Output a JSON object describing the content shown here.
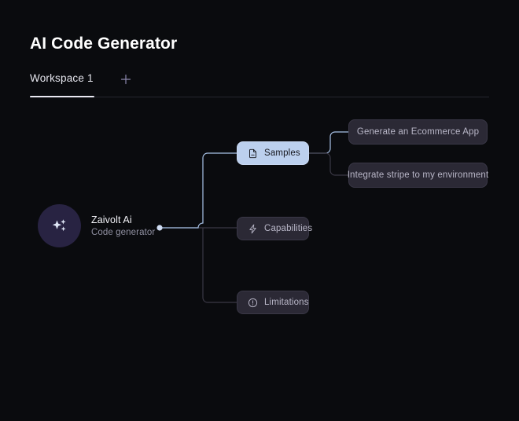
{
  "app": {
    "background": "#0a0b0e",
    "title": "AI Code Generator"
  },
  "tabs": {
    "items": [
      {
        "label": "Workspace 1",
        "active": true
      }
    ],
    "add_label": "+",
    "add_icon": "plus-icon"
  },
  "graph": {
    "root": {
      "icon": "sparkles-icon",
      "title": "Zaivolt Ai",
      "subtitle": "Code generator",
      "accent": "#282342"
    },
    "branches": [
      {
        "id": "samples",
        "label": "Samples",
        "icon": "file-minus-icon",
        "state": "active",
        "accent": "#bcd0ee",
        "children": [
          {
            "id": "sample-1",
            "label": "Generate an Ecommerce App",
            "state": "default"
          },
          {
            "id": "sample-2",
            "label": "Integrate stripe to my environment",
            "state": "default"
          }
        ]
      },
      {
        "id": "capabilities",
        "label": "Capabilities",
        "icon": "lightning-icon",
        "state": "default",
        "accent": "#2b2935",
        "children": []
      },
      {
        "id": "limitations",
        "label": "Limitations",
        "icon": "alert-circle-icon",
        "state": "default",
        "accent": "#2b2935",
        "children": []
      }
    ],
    "edge_colors": {
      "highlight": "#a9c3e8",
      "muted": "#3a3845"
    }
  }
}
